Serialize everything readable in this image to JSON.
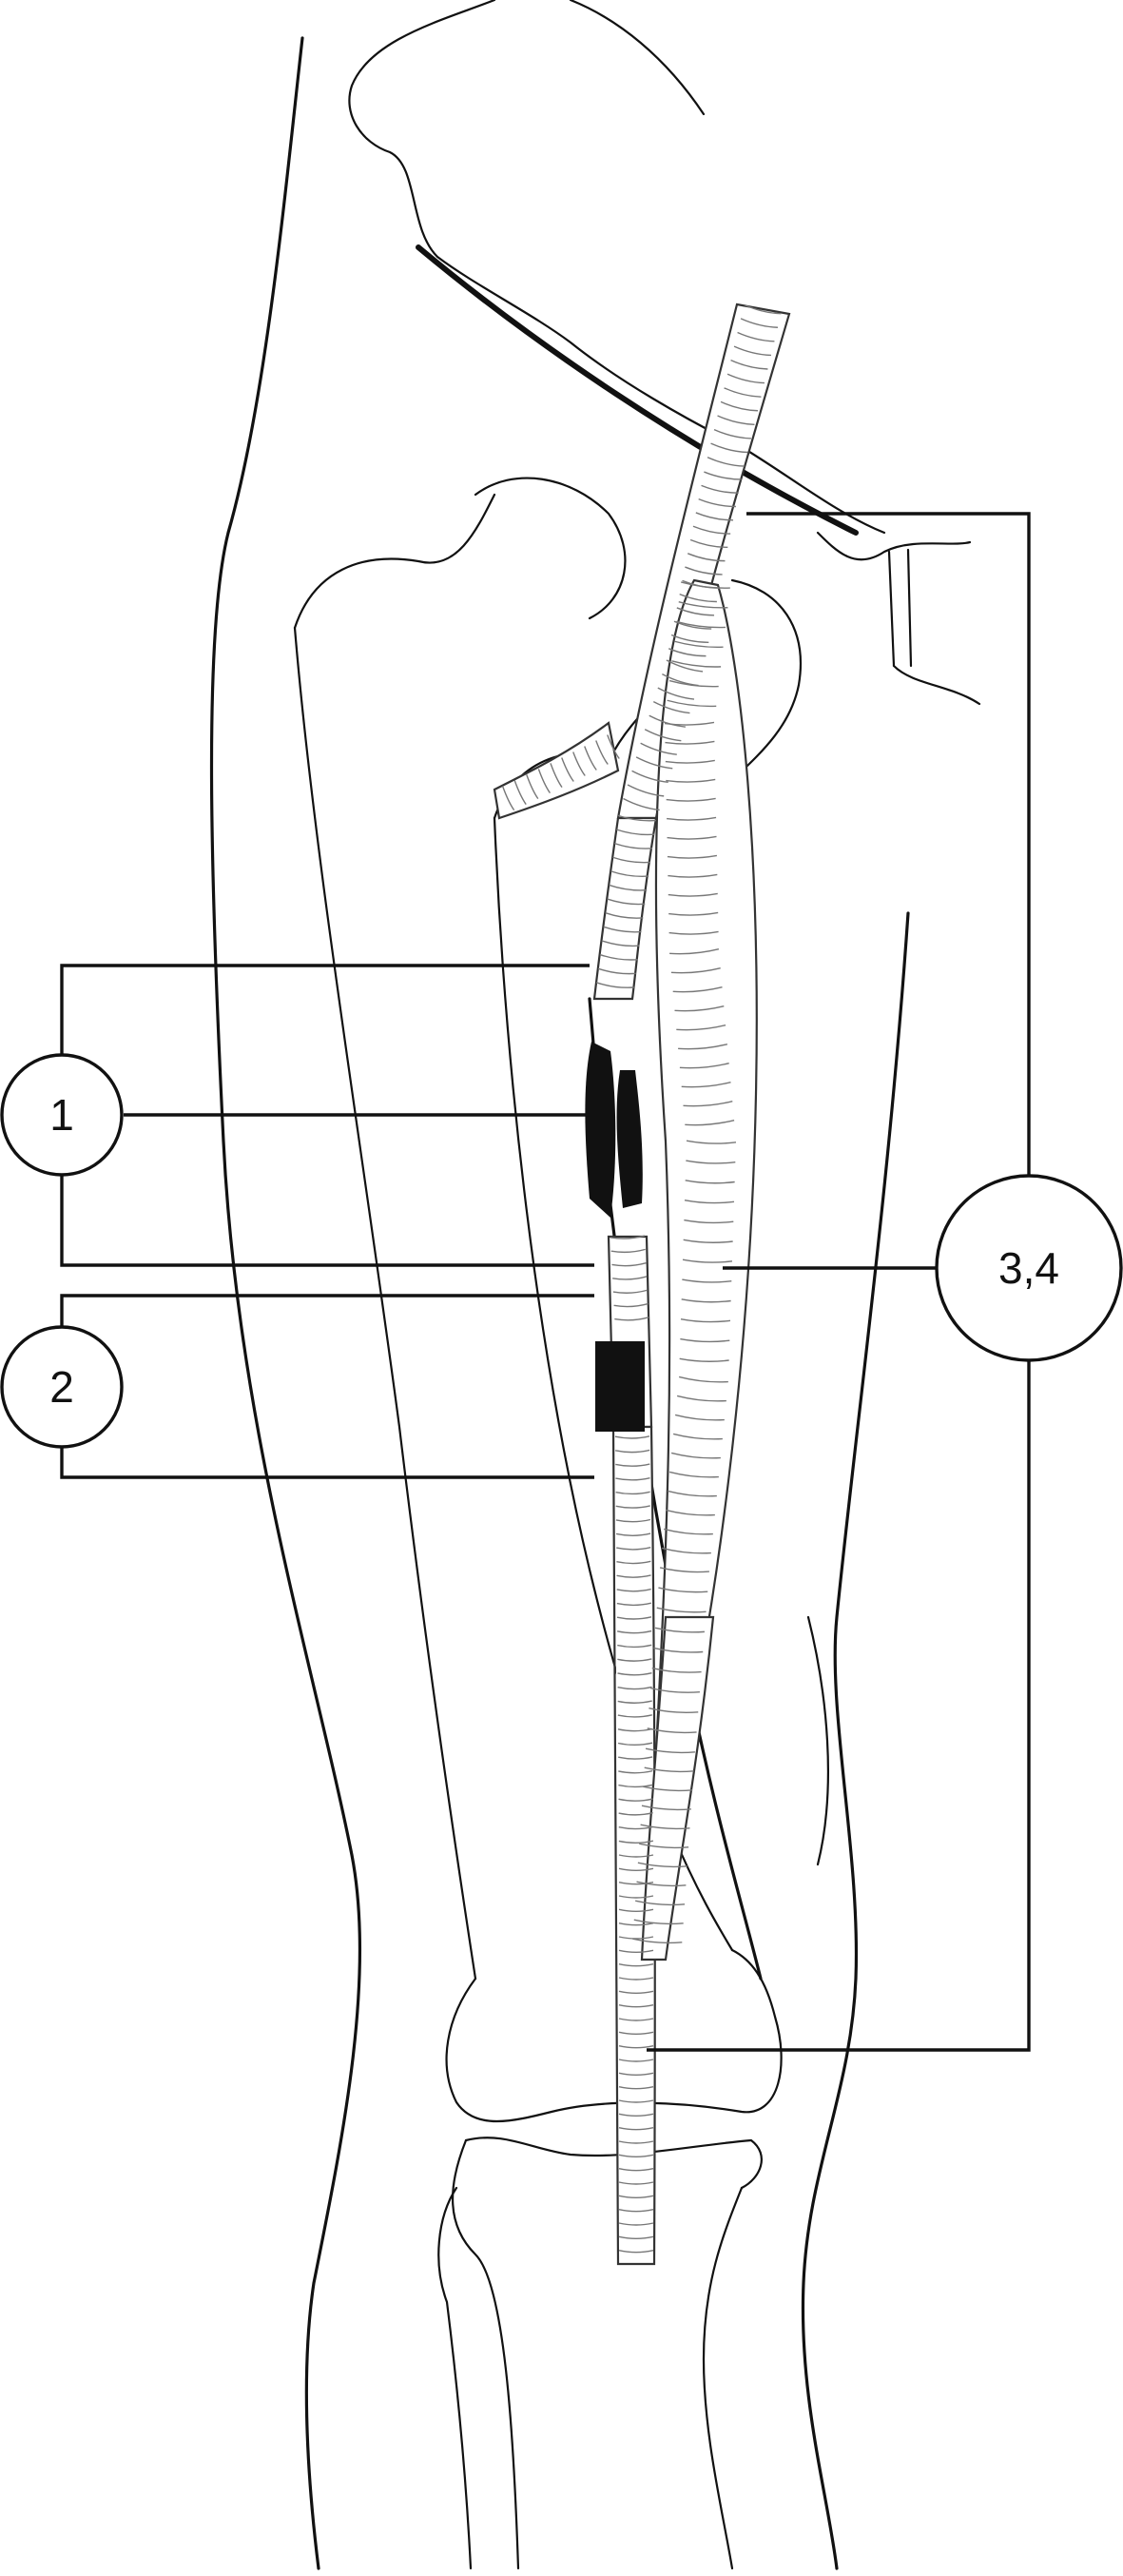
{
  "callouts": [
    {
      "id": "1",
      "label": "1"
    },
    {
      "id": "2",
      "label": "2"
    },
    {
      "id": "3",
      "label": "3,4"
    }
  ],
  "colors": {
    "line": "#111111",
    "vessel_rings": "#777777",
    "occlusion": "#111111",
    "background": "#ffffff"
  }
}
